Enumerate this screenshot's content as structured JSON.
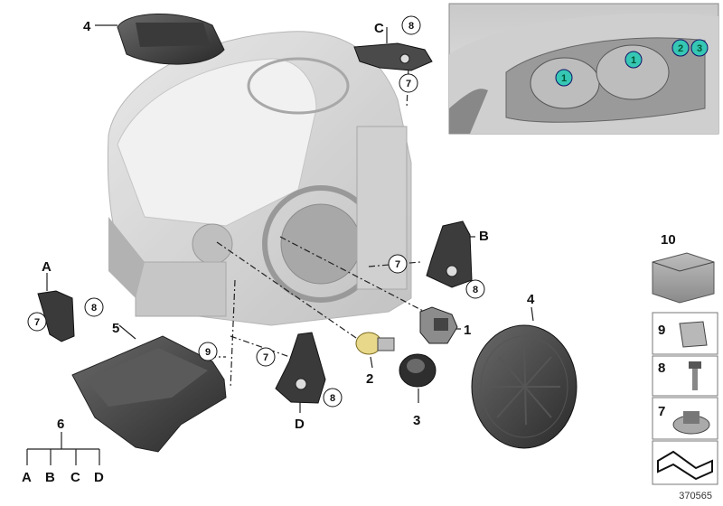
{
  "diagram": {
    "callouts": {
      "c1": "1",
      "c2": "2",
      "c3": "3",
      "c4_top": "4",
      "c4_cap": "4",
      "c5": "5",
      "c6": "6",
      "cA_left": "A",
      "cB_right": "B",
      "cC_top": "C",
      "cD_bottom": "D",
      "tree_A": "A",
      "tree_B": "B",
      "tree_C": "C",
      "tree_D": "D"
    },
    "circled": {
      "n7_top": "7",
      "n8_top": "8",
      "n7_B": "7",
      "n8_B": "8",
      "n7_A": "7",
      "n8_A": "8",
      "n9": "9",
      "n7_D": "7",
      "n8_D": "8"
    },
    "inset": {
      "m1": "1",
      "m1b": "1",
      "m2": "2",
      "m3": "3"
    },
    "legend": {
      "l10": "10",
      "l9": "9",
      "l8": "8",
      "l7": "7"
    },
    "reference": "370565"
  }
}
